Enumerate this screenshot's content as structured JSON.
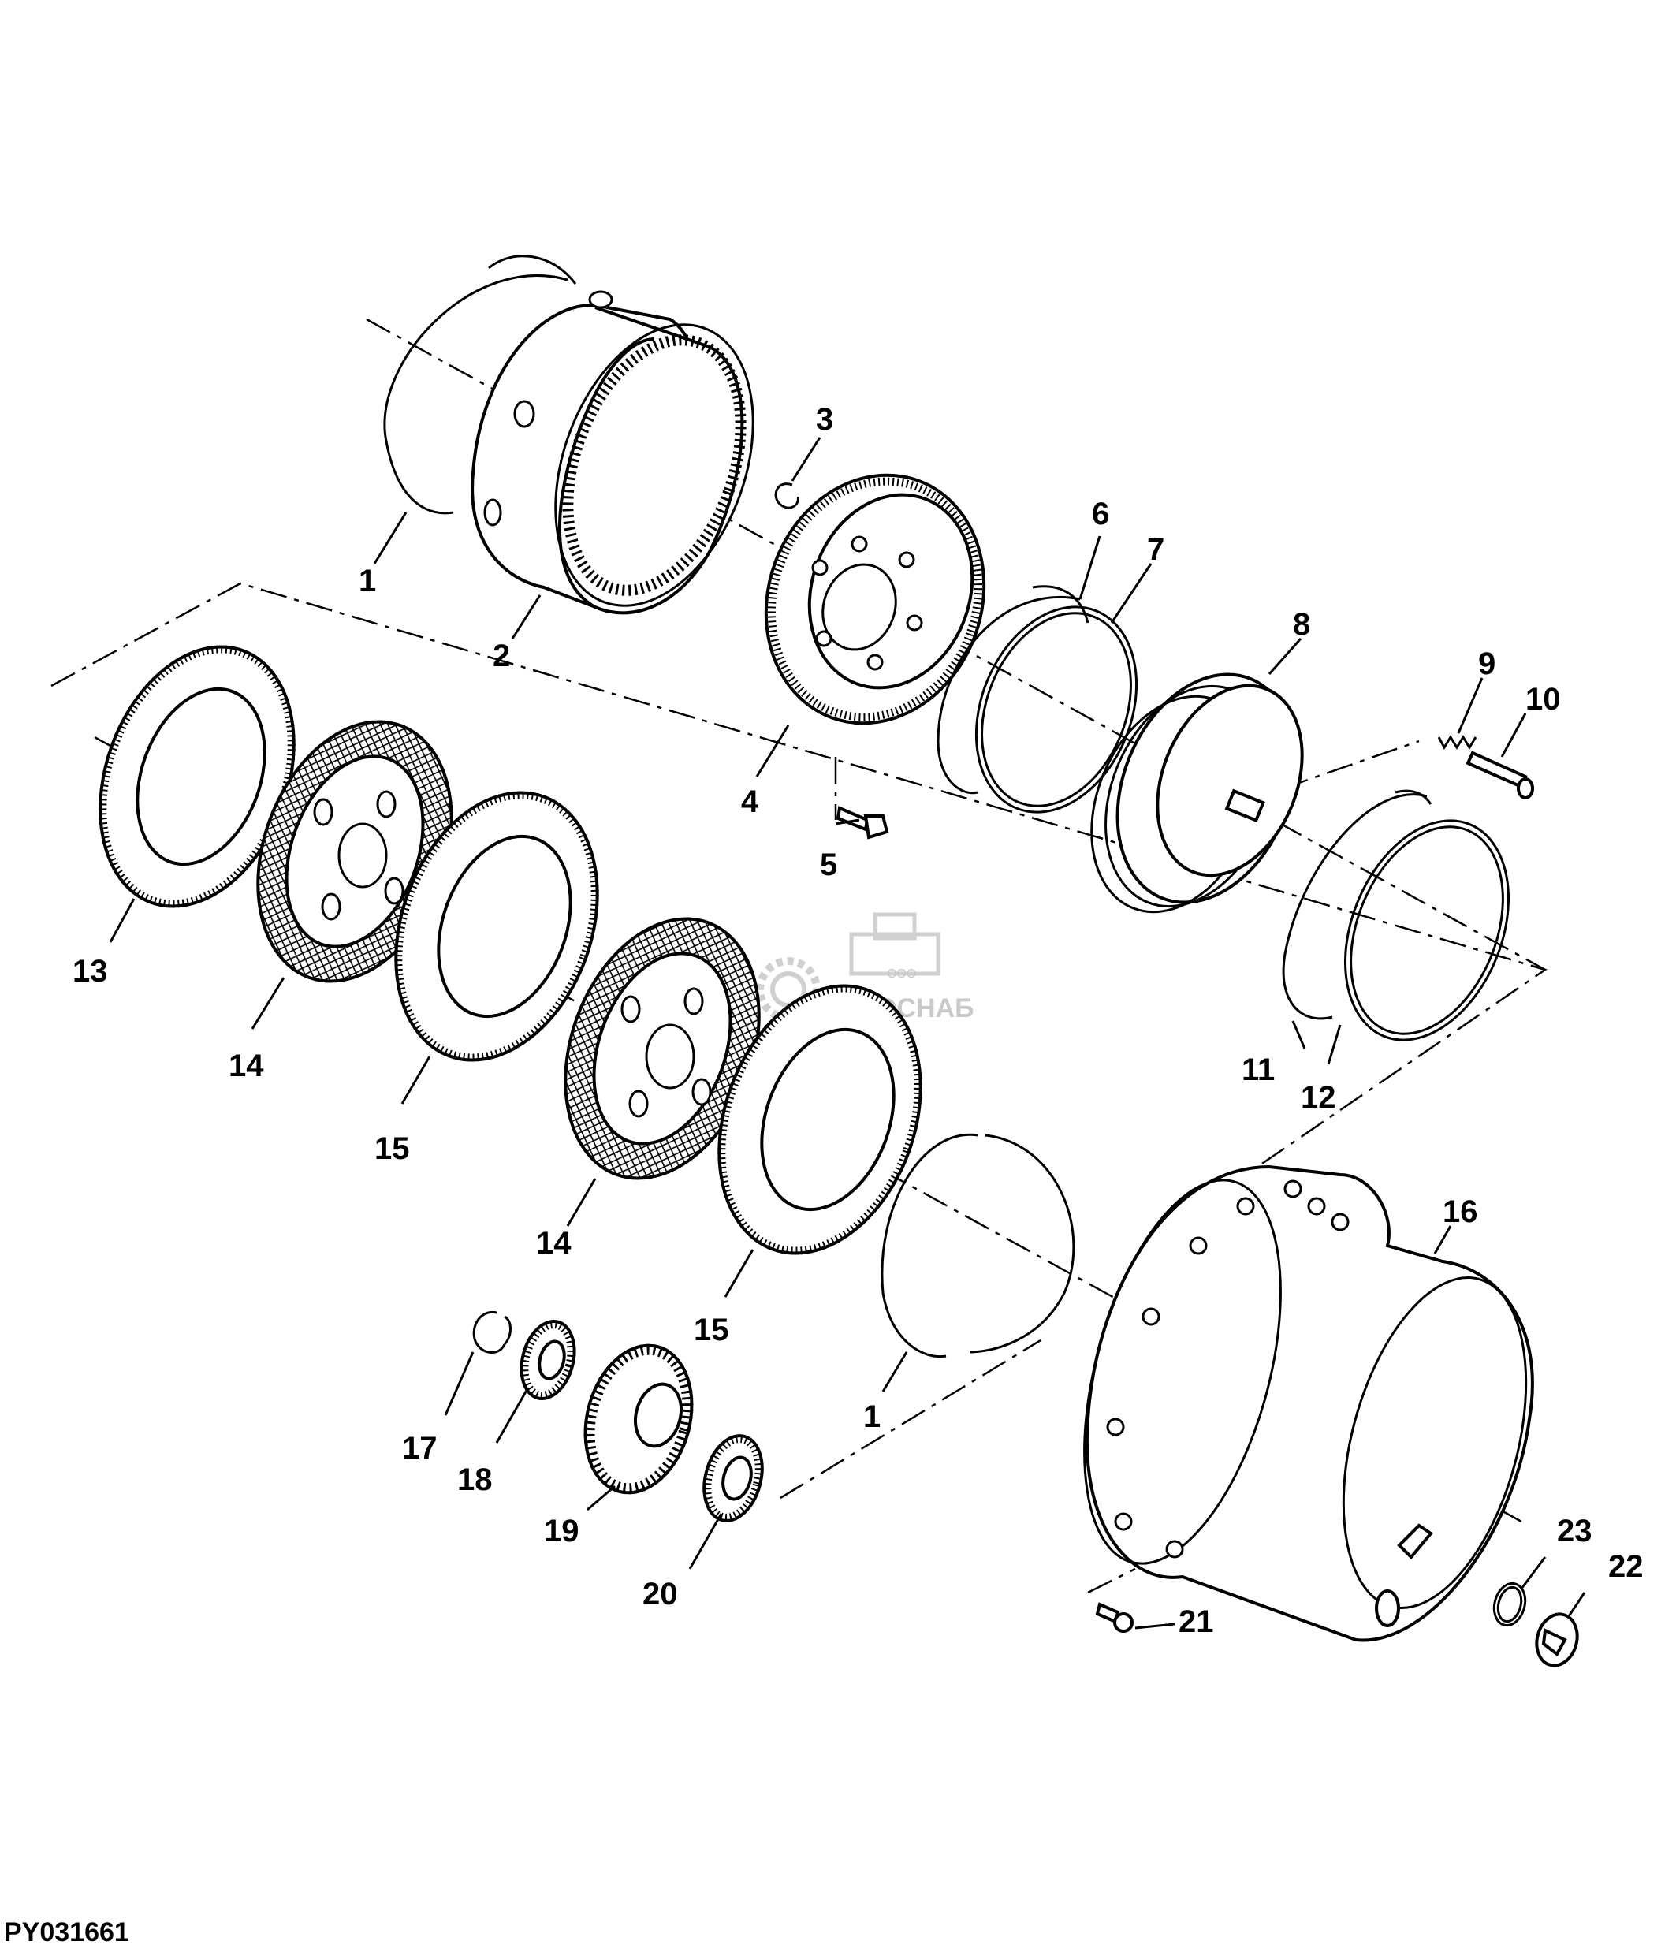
{
  "figure_id": "PY031661",
  "watermark": {
    "brand": "АГРОСНАБ",
    "prefix": "ООО"
  },
  "callouts": [
    "1",
    "2",
    "3",
    "4",
    "5",
    "6",
    "7",
    "8",
    "9",
    "10",
    "11",
    "12",
    "13",
    "14",
    "15",
    "16",
    "17",
    "18",
    "19",
    "20",
    "21",
    "22",
    "23"
  ],
  "icons": [
    "gear-logo-icon",
    "tractor-logo-icon"
  ]
}
